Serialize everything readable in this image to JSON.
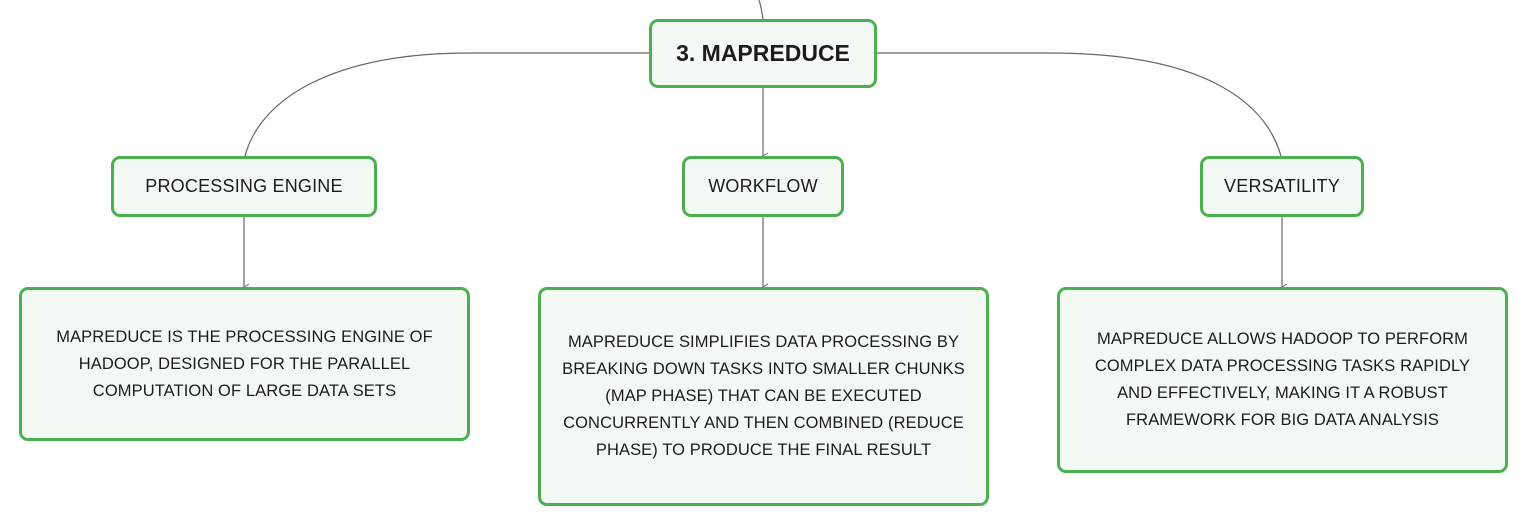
{
  "diagram": {
    "root": {
      "label": "3. MAPREDUCE"
    },
    "branches": [
      {
        "label": "PROCESSING ENGINE",
        "description": "MAPREDUCE IS THE PROCESSING ENGINE OF HADOOP, DESIGNED FOR THE PARALLEL COMPUTATION OF LARGE DATA SETS"
      },
      {
        "label": "WORKFLOW",
        "description": "MAPREDUCE SIMPLIFIES DATA PROCESSING BY BREAKING DOWN TASKS INTO SMALLER CHUNKS (MAP PHASE) THAT CAN BE EXECUTED CONCURRENTLY AND THEN COMBINED (REDUCE PHASE) TO PRODUCE THE FINAL RESULT"
      },
      {
        "label": "VERSATILITY",
        "description": "MAPREDUCE ALLOWS HADOOP TO PERFORM COMPLEX DATA PROCESSING TASKS RAPIDLY AND EFFECTIVELY, MAKING IT A ROBUST FRAMEWORK FOR BIG DATA ANALYSIS"
      }
    ],
    "colors": {
      "node_border": "#4caf50",
      "node_fill": "#f3faf4",
      "connector": "#666666",
      "text": "#1c1c1c"
    }
  }
}
